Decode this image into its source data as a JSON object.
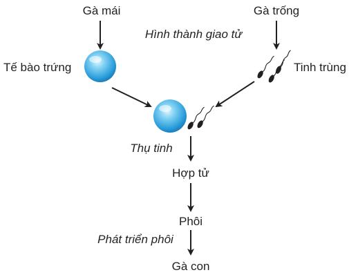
{
  "labels": {
    "hen": "Gà mái",
    "rooster": "Gà trống",
    "egg_cell": "Tế bào trứng",
    "sperm": "Tinh trùng",
    "gamete_formation": "Hình thành giao tử",
    "fertilization": "Thụ tinh",
    "zygote": "Hợp tử",
    "embryo": "Phôi",
    "embryo_development": "Phát triển phôi",
    "chick": "Gà con"
  },
  "colors": {
    "text": "#231f20",
    "arrow": "#231f20",
    "egg_light": "#bfe9fb",
    "egg_mid": "#4fb7e8",
    "egg_dark": "#1b87c7",
    "sperm": "#231f20"
  }
}
